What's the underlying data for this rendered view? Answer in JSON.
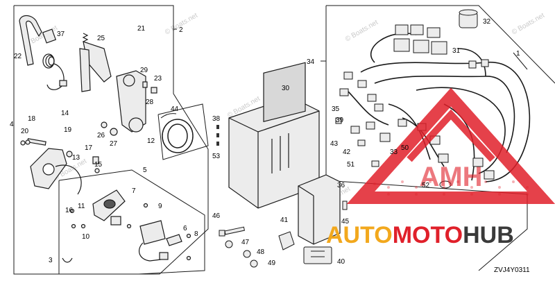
{
  "diagram": {
    "code": "ZVJ4Y0311",
    "watermark_text": "© Boats.net",
    "callouts": [
      "1",
      "2",
      "3",
      "4",
      "5",
      "6",
      "7",
      "8",
      "9",
      "10",
      "11",
      "12",
      "13",
      "14",
      "15",
      "16",
      "17",
      "18",
      "19",
      "20",
      "21",
      "22",
      "23",
      "25",
      "26",
      "27",
      "28",
      "29",
      "30",
      "31",
      "32",
      "33",
      "34",
      "35",
      "36",
      "37",
      "38",
      "39",
      "40",
      "41",
      "42",
      "43",
      "44",
      "45",
      "46",
      "47",
      "48",
      "49",
      "50",
      "51",
      "52",
      "53"
    ],
    "colors": {
      "line": "#1a1a1a",
      "part_fill": "#ececec",
      "watermark": "#c9c9c9"
    }
  },
  "logo": {
    "word_1": "AUTO",
    "word_2": "MOTO",
    "word_3": "HUB",
    "emblem_letters": "AMH",
    "colors": {
      "orange": "#f2a81d",
      "red": "#e0202a",
      "dark": "#3a3a3a"
    }
  }
}
